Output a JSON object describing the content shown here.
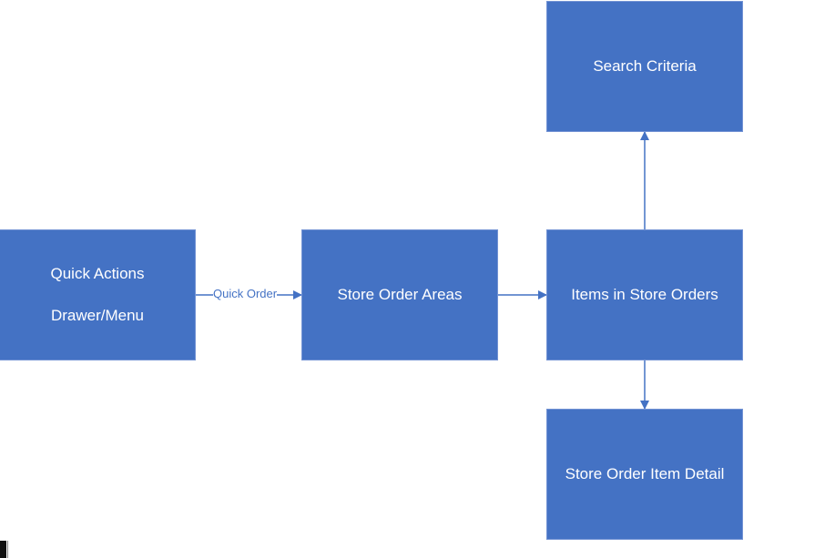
{
  "nodes": {
    "quick_actions": {
      "lines": [
        "Quick Actions",
        "Drawer/Menu"
      ]
    },
    "store_order_areas": {
      "label": "Store Order Areas"
    },
    "items_in_store_orders": {
      "label": "Items in Store Orders"
    },
    "search_criteria": {
      "label": "Search Criteria"
    },
    "store_order_item_detail": {
      "label": "Store Order Item Detail"
    }
  },
  "edges": [
    {
      "from": "quick_actions",
      "to": "store_order_areas",
      "label": "Quick Order"
    },
    {
      "from": "store_order_areas",
      "to": "items_in_store_orders",
      "label": ""
    },
    {
      "from": "items_in_store_orders",
      "to": "search_criteria",
      "label": ""
    },
    {
      "from": "items_in_store_orders",
      "to": "store_order_item_detail",
      "label": ""
    }
  ],
  "colors": {
    "node_fill": "#4472c4",
    "node_text": "#ffffff",
    "connector": "#4472c4"
  }
}
